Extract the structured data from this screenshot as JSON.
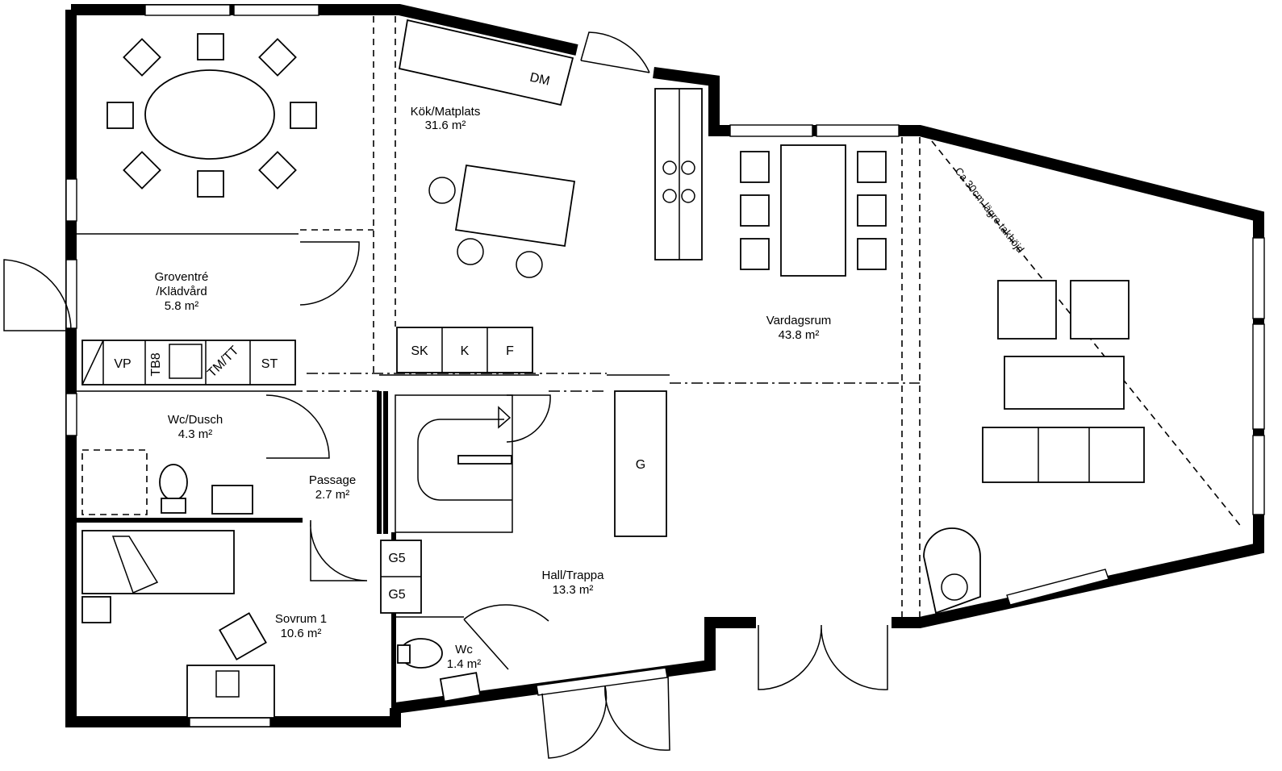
{
  "rooms": {
    "kok": {
      "name": "Kök/Matplats",
      "area": "31.6 m²"
    },
    "groventre": {
      "name": "Groventré",
      "name2": "/Klädvård",
      "area": "5.8 m²"
    },
    "wcdusch": {
      "name": "Wc/Dusch",
      "area": "4.3 m²"
    },
    "passage": {
      "name": "Passage",
      "area": "2.7 m²"
    },
    "sovrum": {
      "name": "Sovrum 1",
      "area": "10.6 m²"
    },
    "hall": {
      "name": "Hall/Trappa",
      "area": "13.3 m²"
    },
    "wc": {
      "name": "Wc",
      "area": "1.4 m²"
    },
    "vardagsrum": {
      "name": "Vardagsrum",
      "area": "43.8 m²"
    }
  },
  "annotation": "Ca 30cm lägre takhöjd",
  "fixtures": {
    "vp": "VP",
    "tb8": "TB8",
    "tmtt": "TM/TT",
    "st": "ST",
    "sk": "SK",
    "k": "K",
    "f": "F",
    "g": "G",
    "g5a": "G5",
    "g5b": "G5",
    "dm": "DM"
  }
}
